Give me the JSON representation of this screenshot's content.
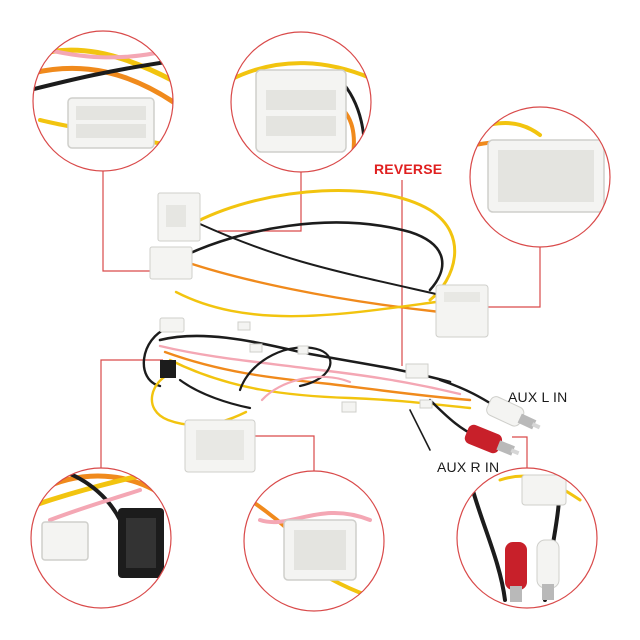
{
  "labels": {
    "reverse": "REVERSE",
    "aux_l": "AUX L IN",
    "aux_r": "AUX R IN"
  },
  "colors": {
    "accent_red": "#e02020",
    "callout_line": "#d94a4a",
    "wire_yellow": "#f2c40f",
    "wire_orange": "#f08a1c",
    "wire_black": "#1c1c1c",
    "wire_pink": "#f4a7b4",
    "connector_white": "#f4f4f2",
    "rca_red": "#c8202a"
  }
}
